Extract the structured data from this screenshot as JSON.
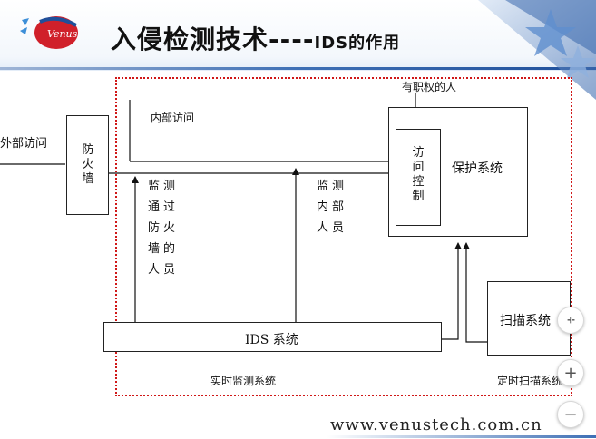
{
  "header": {
    "logo_text": "Venus",
    "title_main": "入侵检测技术----",
    "title_en": "IDS的作用"
  },
  "diagram": {
    "external_access": "外部访问",
    "firewall": [
      "防",
      "火",
      "墙"
    ],
    "internal_access": "内部访问",
    "authorized_person": "有职权的人",
    "access_control": [
      "访",
      "问",
      "控",
      "制"
    ],
    "protected_system": "保护系统",
    "monitor_firewall": [
      "监测",
      "通过",
      "防火",
      "墙的",
      "人员"
    ],
    "monitor_internal": [
      "监测",
      "内部",
      "人员"
    ],
    "ids_system": "IDS 系统",
    "scan_system": "扫描系统",
    "realtime_monitor": "实时监测系统",
    "scheduled_scan": "定时扫描系统"
  },
  "footer": {
    "url": "www.venustech.com.cn"
  },
  "controls": {
    "collapse_icon": "collapse-icon",
    "zoom_in": "+",
    "zoom_out": "−"
  },
  "colors": {
    "frame_border": "#d01818",
    "accent_blue": "#1f4f9a",
    "logo_red": "#d0202a"
  }
}
